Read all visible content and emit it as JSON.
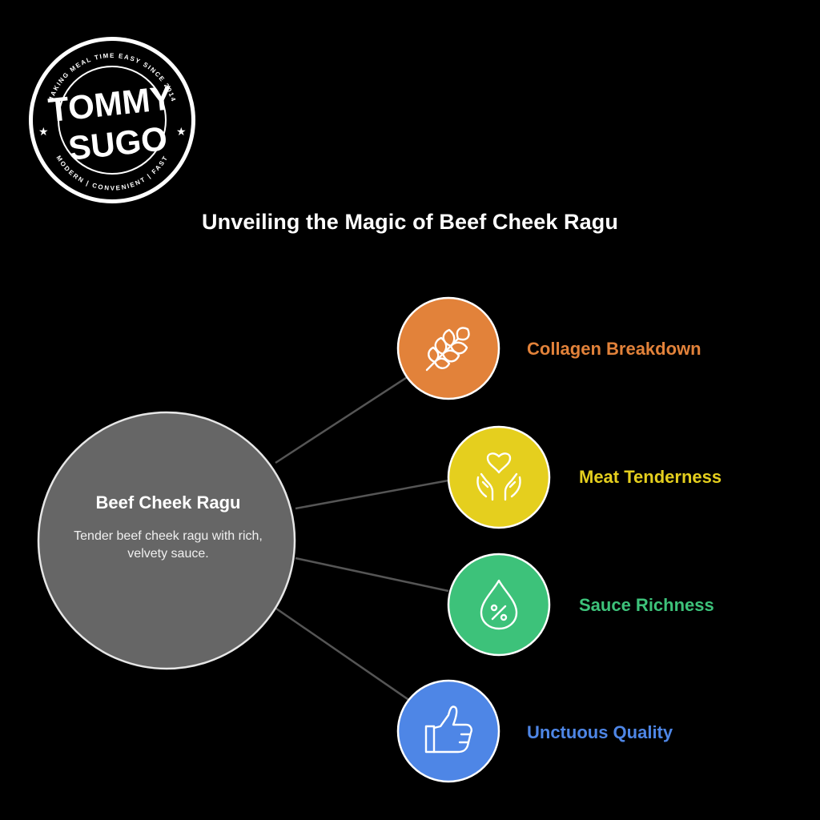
{
  "logo": {
    "brand_line1": "TOMMY",
    "brand_line2": "SUGO",
    "ring_top": "MAKING MEAL TIME EASY SINCE 2014",
    "ring_bottom": "MODERN | CONVENIENT | FAST"
  },
  "title": "Unveiling the Magic of Beef Cheek Ragu",
  "central": {
    "title": "Beef Cheek Ragu",
    "description": "Tender beef cheek ragu with rich, velvety sauce.",
    "fill": "#666666"
  },
  "items": [
    {
      "label": "Collagen Breakdown",
      "icon": "wheat-icon",
      "color": "#e2823a"
    },
    {
      "label": "Meat Tenderness",
      "icon": "hands-heart-icon",
      "color": "#e5cf1e"
    },
    {
      "label": "Sauce Richness",
      "icon": "droplet-percent-icon",
      "color": "#3dc27a"
    },
    {
      "label": "Unctuous Quality",
      "icon": "thumbs-up-icon",
      "color": "#4e86e6"
    }
  ]
}
